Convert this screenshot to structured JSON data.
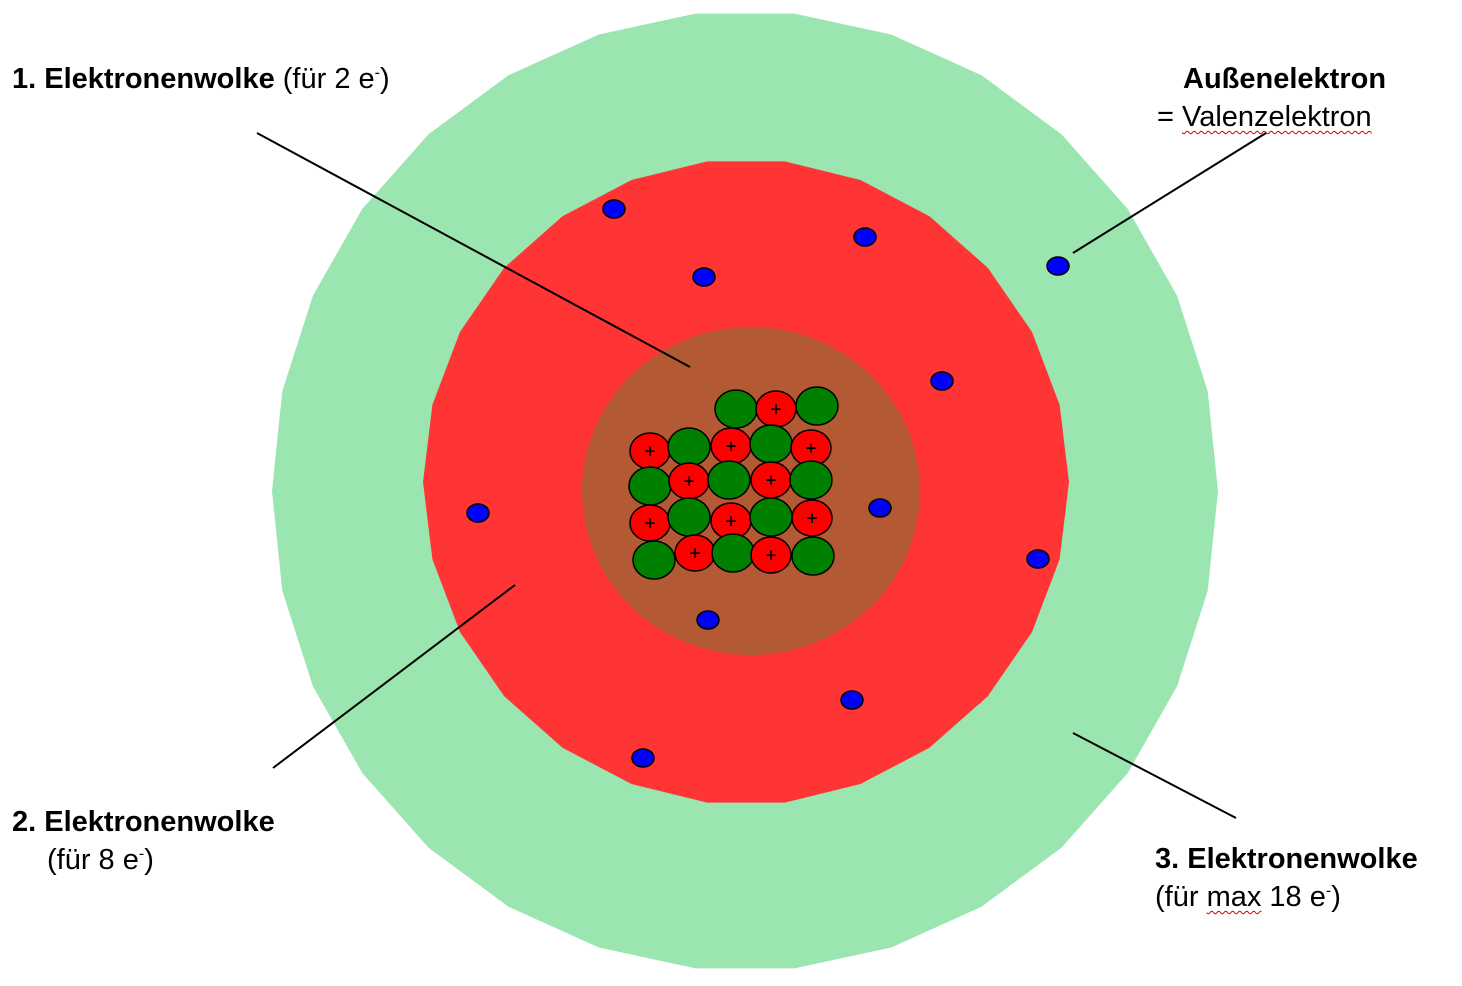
{
  "colors": {
    "cloud3": "#9be5b1",
    "cloud2": "#ff3535",
    "cloud1": "#b35a35",
    "proton": "#ff0000",
    "neutron": "#008000",
    "electron": "#0000ff"
  },
  "labels": {
    "cloud1": {
      "bold": "1. Elektronenwolke",
      "rest": " (für 2 e",
      "sup": "-",
      "close": ")"
    },
    "valence": {
      "line1": "Außenelektron",
      "line2_prefix": "= ",
      "line2_word": "Valenzelektron"
    },
    "cloud2": {
      "bold": "2. Elektronenwolke",
      "line2": "(für 8 e",
      "sup": "-",
      "close": ")"
    },
    "cloud3": {
      "bold": "3. Elektronenwolke",
      "line2_a": "(für ",
      "line2_b": "max",
      "line2_c": " 18 e",
      "sup": "-",
      "close": ")"
    }
  },
  "proton_symbol": "+"
}
